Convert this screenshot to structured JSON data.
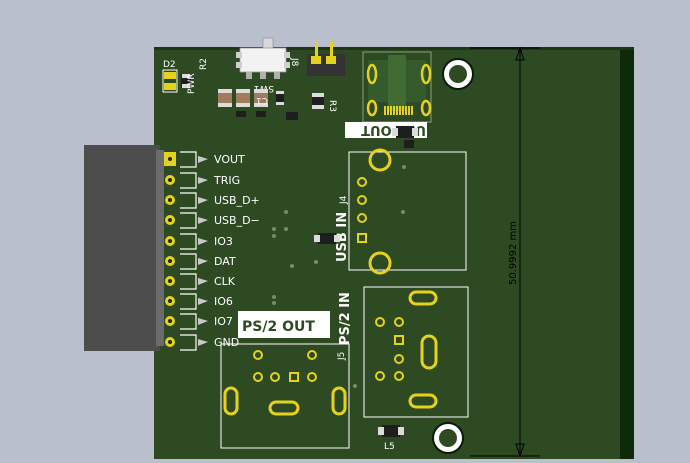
{
  "board": {
    "colors": {
      "background": "#b9bfcc",
      "substrate": "#2d4a23",
      "edge": "#0f2a0a",
      "silkscreen": "#ffffff",
      "pad": "#e6d21e",
      "header_body": "#4d4d4d",
      "dimension_line": "#000000"
    },
    "dimension": {
      "text": "50.9992 mm"
    },
    "pin_labels": [
      "VOUT",
      "TRIG",
      "USB_D+",
      "USB_D−",
      "IO3",
      "DAT",
      "CLK",
      "IO6",
      "IO7",
      "GND"
    ],
    "refs": {
      "d2": "D2",
      "r2": "R2",
      "pwr": "PWR",
      "sw1": "SW1",
      "c1": "C1",
      "j8": "J8",
      "r3": "R3",
      "usb_out": "USB OUT",
      "usb_in": "USB IN",
      "j4": "J4",
      "ps2_in": "PS/2 IN",
      "ps2_out": "PS/2 OUT",
      "j5": "J5",
      "l5": "L5"
    }
  }
}
